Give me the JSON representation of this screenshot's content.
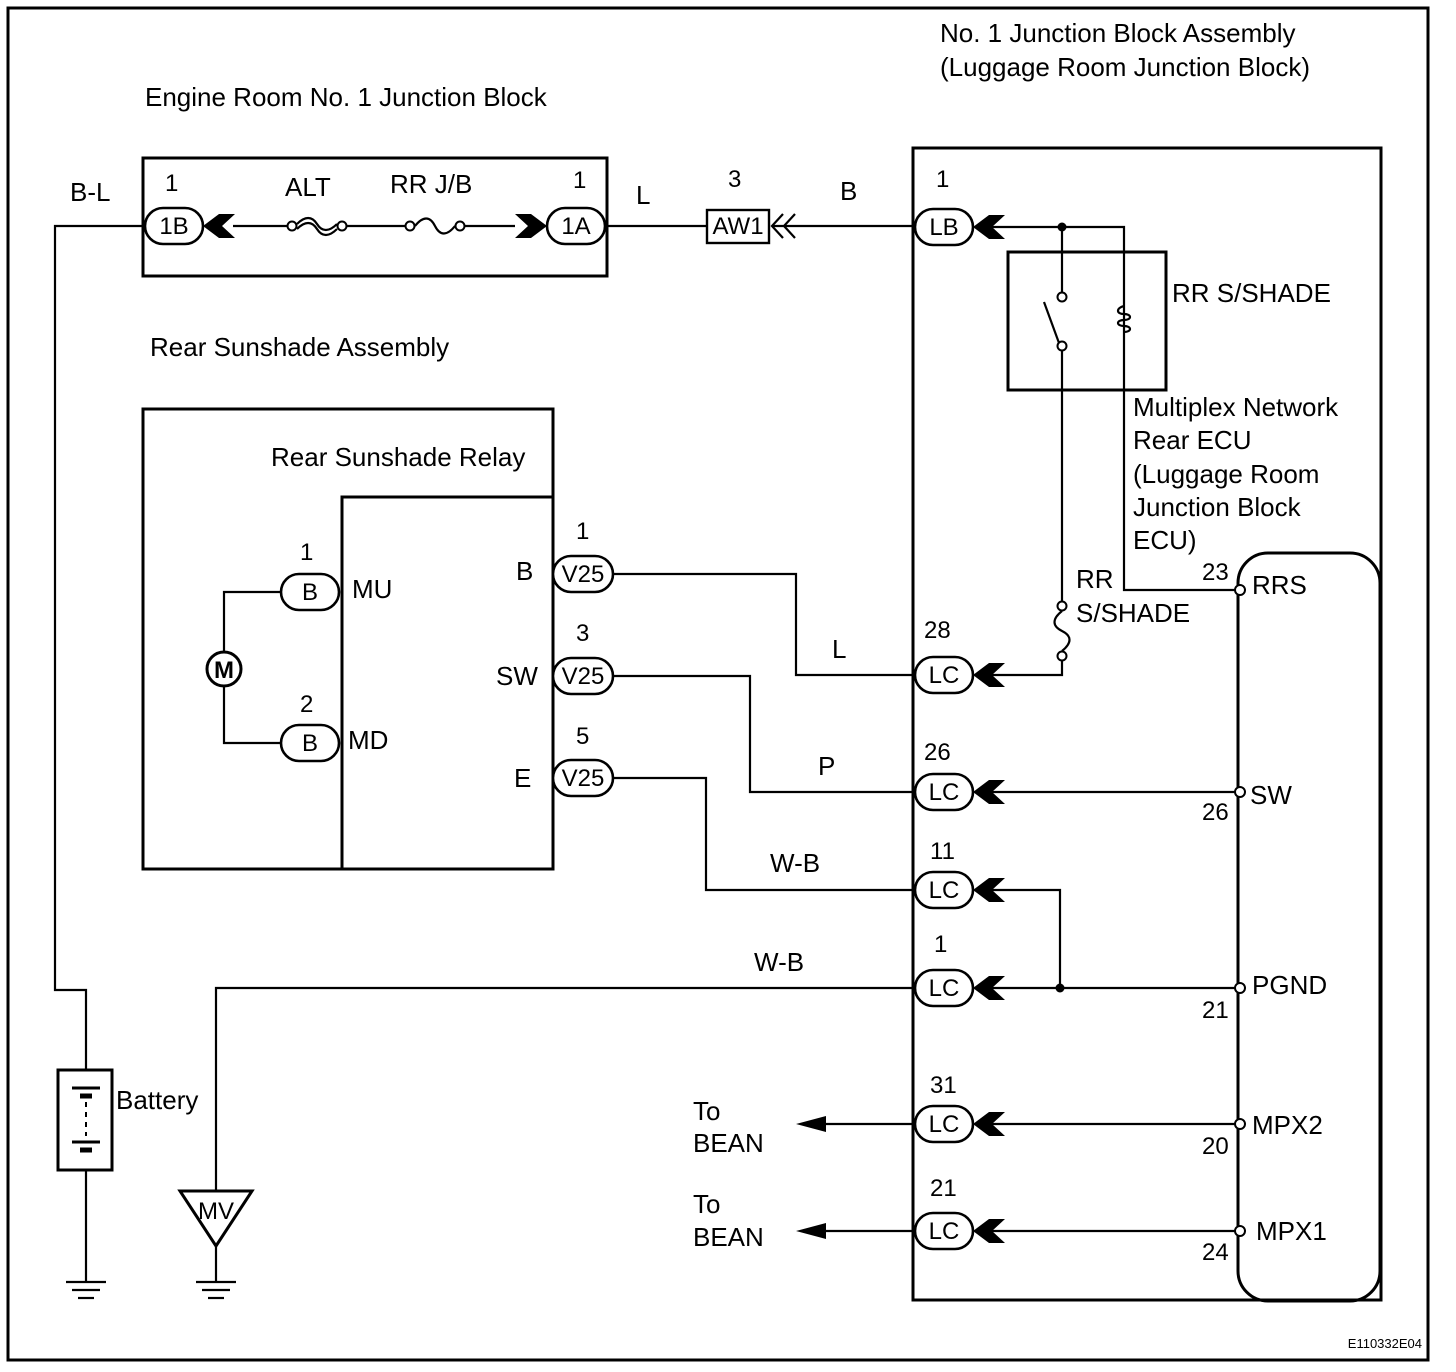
{
  "figure_id": "E110332E04",
  "blocks": {
    "engine_room_jb": "Engine Room No. 1 Junction Block",
    "junction_block_assy_line1": "No. 1 Junction Block Assembly",
    "junction_block_assy_line2": "(Luggage Room Junction Block)",
    "rear_sunshade_assy": "Rear Sunshade Assembly",
    "rear_sunshade_relay": "Rear Sunshade Relay",
    "rr_sshade_relay": "RR S/SHADE",
    "ecu_line1": "Multiplex Network",
    "ecu_line2": "Rear ECU",
    "ecu_line3": "(Luggage Room",
    "ecu_line4": "Junction Block",
    "ecu_line5": "ECU)",
    "battery": "Battery"
  },
  "components": {
    "alt_fuse": "ALT",
    "rrjb_fuse": "RR J/B",
    "rr_fuse_line1": "RR",
    "rr_fuse_line2": "S/SHADE",
    "motor": "M",
    "ground_point": "MV"
  },
  "connectors": {
    "c1b": {
      "name": "1B",
      "pin": "1"
    },
    "c1a": {
      "name": "1A",
      "pin": "1"
    },
    "aw1": {
      "name": "AW1",
      "pin": "3"
    },
    "lb": {
      "name": "LB",
      "pin": "1"
    },
    "mu": {
      "name": "B",
      "pin": "1",
      "term": "MU"
    },
    "md": {
      "name": "B",
      "pin": "2",
      "term": "MD"
    },
    "v25a": {
      "name": "V25",
      "pin": "1",
      "term": "B"
    },
    "v25b": {
      "name": "V25",
      "pin": "3",
      "term": "SW"
    },
    "v25c": {
      "name": "V25",
      "pin": "5",
      "term": "E"
    },
    "lc28": {
      "name": "LC",
      "pin": "28"
    },
    "lc26": {
      "name": "LC",
      "pin": "26"
    },
    "lc11": {
      "name": "LC",
      "pin": "11"
    },
    "lc1": {
      "name": "LC",
      "pin": "1"
    },
    "lc31": {
      "name": "LC",
      "pin": "31"
    },
    "lc21": {
      "name": "LC",
      "pin": "21"
    }
  },
  "wires": {
    "bl": "B-L",
    "l_top": "L",
    "b_top": "B",
    "l_mid": "L",
    "p": "P",
    "wb1": "W-B",
    "wb2": "W-B"
  },
  "ecu_terminals": [
    {
      "name": "RRS",
      "pin": "23"
    },
    {
      "name": "SW",
      "pin": "26"
    },
    {
      "name": "PGND",
      "pin": "21"
    },
    {
      "name": "MPX2",
      "pin": "20"
    },
    {
      "name": "MPX1",
      "pin": "24"
    }
  ],
  "bean": {
    "line1": "To",
    "line2": "BEAN"
  }
}
